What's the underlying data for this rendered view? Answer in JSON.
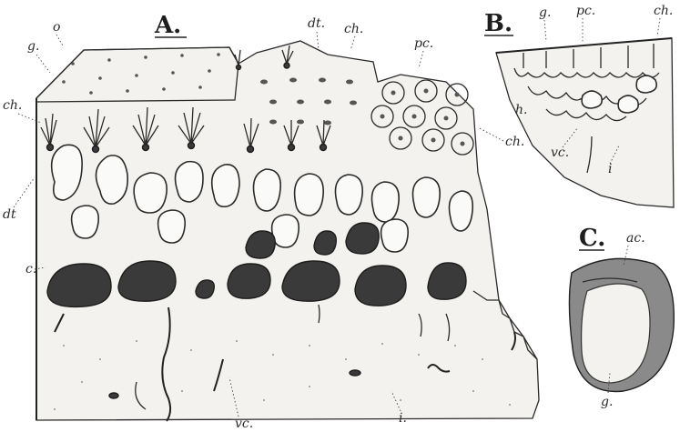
{
  "figures": {
    "A": {
      "label": "A.",
      "labels": {
        "o": "o",
        "g": "g.",
        "ch_left": "ch.",
        "dt_left": "dt",
        "c": "c.",
        "dt_top": "dt.",
        "ch_top": "ch.",
        "pc": "pc.",
        "ch_right": "ch.",
        "vc": "vc.",
        "i": "i."
      }
    },
    "B": {
      "label": "B.",
      "labels": {
        "g": "g.",
        "pc": "pc.",
        "ch": "ch.",
        "h": "h.",
        "vc": "vc.",
        "i": "i"
      }
    },
    "C": {
      "label": "C.",
      "labels": {
        "ac": "ac.",
        "g": "g."
      }
    }
  },
  "colors": {
    "ink": "#2b2b2b",
    "paper": "#ffffff",
    "shade": "#3a3a3a"
  }
}
